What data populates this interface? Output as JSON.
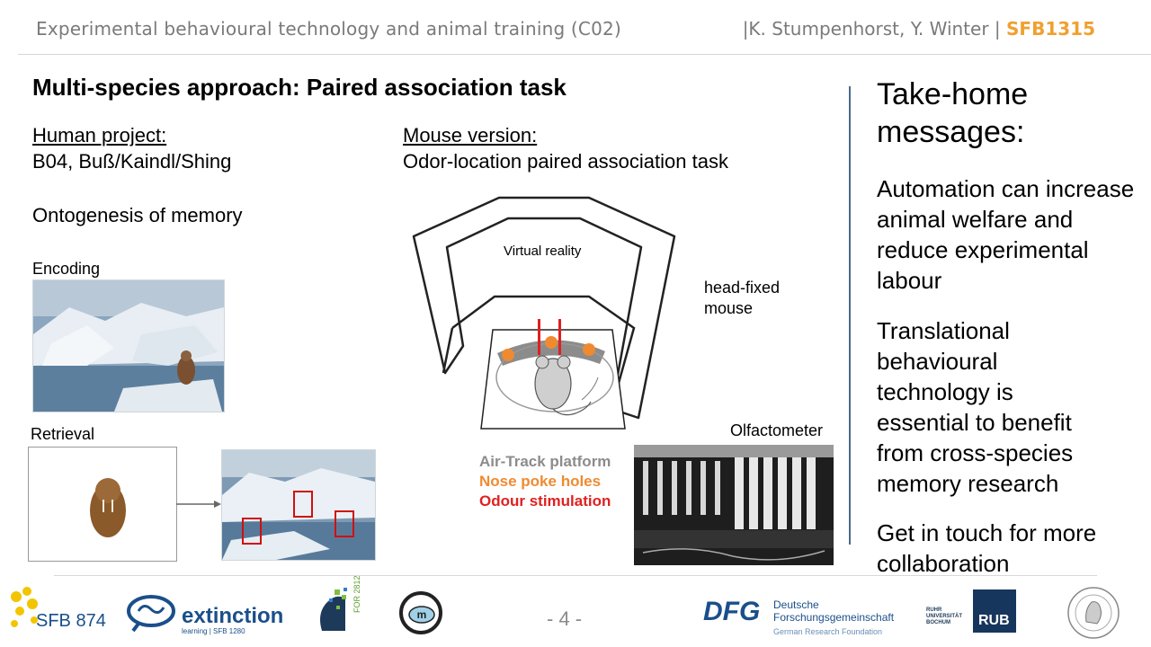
{
  "header": {
    "left": "Experimental behavioural technology and animal training (C02)",
    "authors": "|K. Stumpenhorst, Y. Winter | ",
    "sfb": "SFB1315"
  },
  "title": "Multi-species approach: Paired association task",
  "human": {
    "heading": "Human project:",
    "line1": "B04, Buß/Kaindl/Shing",
    "line2": "Ontogenesis of memory",
    "encoding": "Encoding",
    "retrieval": "Retrieval"
  },
  "mouse": {
    "heading": "Mouse version:",
    "line1": "Odor-location paired association task",
    "vr_label": "Virtual reality",
    "headfixed": "head-fixed\nmouse",
    "olfactometer": "Olfactometer",
    "legend": [
      {
        "text": "Air-Track platform",
        "color": "#8c8c8c"
      },
      {
        "text": "Nose poke holes",
        "color": "#f08a30"
      },
      {
        "text": "Odour stimulation",
        "color": "#e02020"
      }
    ]
  },
  "takehome": {
    "title": "Take-home messages:",
    "msg1": "Automation can increase animal welfare and reduce experimental labour",
    "msg2": "Translational behavioural technology is essential to benefit from cross-species memory research",
    "msg3": "Get in touch for more collaboration"
  },
  "footer": {
    "page": "- 4 -",
    "sfb874": "SFB 874",
    "extinction": "extinction",
    "extinction_sub": "learning | SFB 1280",
    "for2812": "FOR 2812",
    "dfg": "DFG",
    "dfg_line1": "Deutsche",
    "dfg_line2": "Forschungsgemeinschaft",
    "dfg_line3": "German Research Foundation",
    "rub_small": "RUHR\nUNIVERSITÄT\nBOCHUM",
    "rub": "RUB"
  }
}
